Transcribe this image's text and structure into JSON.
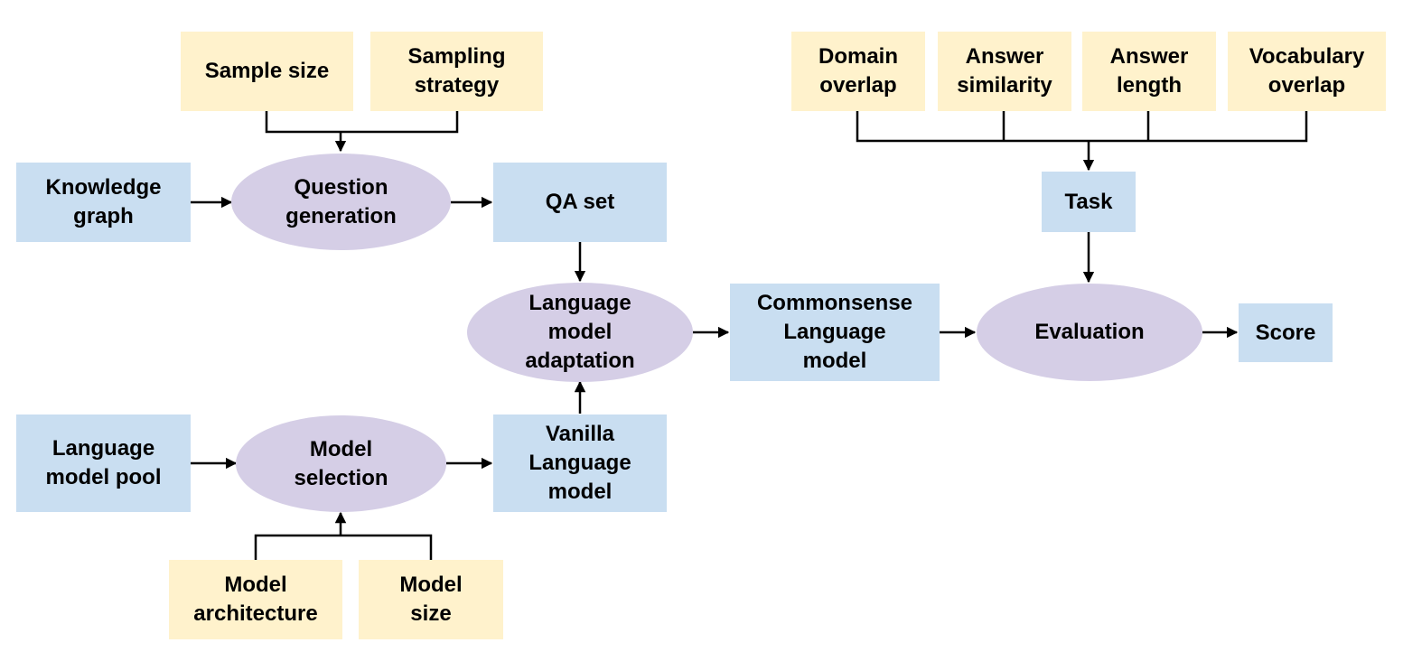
{
  "colors": {
    "param": "#fff2cc",
    "data": "#c9def1",
    "process": "#d5cee6",
    "edge": "#000000"
  },
  "nodes": {
    "sample_size": {
      "label": "Sample size",
      "kind": "param"
    },
    "sampling_strategy": {
      "label": "Sampling\nstrategy",
      "kind": "param"
    },
    "knowledge_graph": {
      "label": "Knowledge\ngraph",
      "kind": "data"
    },
    "question_generation": {
      "label": "Question\ngeneration",
      "kind": "process"
    },
    "qa_set": {
      "label": "QA set",
      "kind": "data"
    },
    "lm_adaptation": {
      "label": "Language\nmodel\nadaptation",
      "kind": "process"
    },
    "commonsense_lm": {
      "label": "Commonsense\nLanguage\nmodel",
      "kind": "data"
    },
    "evaluation": {
      "label": "Evaluation",
      "kind": "process"
    },
    "score": {
      "label": "Score",
      "kind": "data"
    },
    "task": {
      "label": "Task",
      "kind": "data"
    },
    "domain_overlap": {
      "label": "Domain\noverlap",
      "kind": "param"
    },
    "answer_similarity": {
      "label": "Answer\nsimilarity",
      "kind": "param"
    },
    "answer_length": {
      "label": "Answer\nlength",
      "kind": "param"
    },
    "vocabulary_overlap": {
      "label": "Vocabulary\noverlap",
      "kind": "param"
    },
    "lm_pool": {
      "label": "Language\nmodel pool",
      "kind": "data"
    },
    "model_selection": {
      "label": "Model\nselection",
      "kind": "process"
    },
    "vanilla_lm": {
      "label": "Vanilla\nLanguage\nmodel",
      "kind": "data"
    },
    "model_architecture": {
      "label": "Model\narchitecture",
      "kind": "param"
    },
    "model_size": {
      "label": "Model\nsize",
      "kind": "param"
    }
  },
  "edges": [
    {
      "from": [
        "sample_size",
        "sampling_strategy"
      ],
      "to": "question_generation"
    },
    {
      "from": [
        "knowledge_graph"
      ],
      "to": "question_generation"
    },
    {
      "from": [
        "question_generation"
      ],
      "to": "qa_set"
    },
    {
      "from": [
        "qa_set"
      ],
      "to": "lm_adaptation"
    },
    {
      "from": [
        "vanilla_lm"
      ],
      "to": "lm_adaptation"
    },
    {
      "from": [
        "lm_adaptation"
      ],
      "to": "commonsense_lm"
    },
    {
      "from": [
        "commonsense_lm"
      ],
      "to": "evaluation"
    },
    {
      "from": [
        "evaluation"
      ],
      "to": "score"
    },
    {
      "from": [
        "task"
      ],
      "to": "evaluation"
    },
    {
      "from": [
        "domain_overlap",
        "answer_similarity",
        "answer_length",
        "vocabulary_overlap"
      ],
      "to": "task"
    },
    {
      "from": [
        "lm_pool"
      ],
      "to": "model_selection"
    },
    {
      "from": [
        "model_selection"
      ],
      "to": "vanilla_lm"
    },
    {
      "from": [
        "model_architecture",
        "model_size"
      ],
      "to": "model_selection"
    }
  ]
}
